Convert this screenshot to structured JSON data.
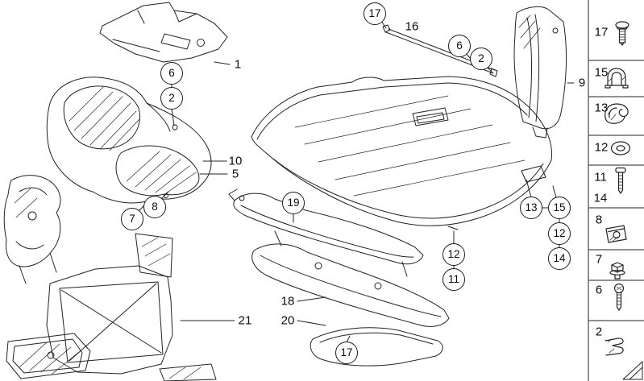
{
  "page": {
    "background": "#ffffff",
    "line_color": "#232323"
  },
  "diagram": {
    "callouts": [
      {
        "label": "6",
        "style": "circled"
      },
      {
        "label": "2",
        "style": "circled"
      },
      {
        "label": "1",
        "style": "plain"
      },
      {
        "label": "10",
        "style": "plain"
      },
      {
        "label": "5",
        "style": "plain"
      },
      {
        "label": "8",
        "style": "circled"
      },
      {
        "label": "7",
        "style": "circled"
      },
      {
        "label": "21",
        "style": "plain"
      },
      {
        "label": "19",
        "style": "circled"
      },
      {
        "label": "18",
        "style": "plain"
      },
      {
        "label": "20",
        "style": "plain"
      },
      {
        "label": "17",
        "style": "circled"
      },
      {
        "label": "17",
        "style": "circled"
      },
      {
        "label": "16",
        "style": "plain"
      },
      {
        "label": "6",
        "style": "circled"
      },
      {
        "label": "2",
        "style": "circled"
      },
      {
        "label": "9",
        "style": "plain"
      },
      {
        "label": "13",
        "style": "circled"
      },
      {
        "label": "15",
        "style": "circled"
      },
      {
        "label": "12",
        "style": "circled"
      },
      {
        "label": "14",
        "style": "circled"
      },
      {
        "label": "12",
        "style": "circled"
      },
      {
        "label": "11",
        "style": "circled"
      }
    ]
  },
  "legend": {
    "items": [
      {
        "label": "17",
        "icon": "rivet-icon"
      },
      {
        "label": "15",
        "icon": "clamp-icon"
      },
      {
        "label": "13",
        "icon": "clip-icon"
      },
      {
        "label": "12",
        "icon": "washer-icon"
      },
      {
        "label": "11",
        "icon": "screw-icon"
      },
      {
        "label": "14",
        "icon": "none"
      },
      {
        "label": "8",
        "icon": "body-nut-icon"
      },
      {
        "label": "7",
        "icon": "hex-bolt-icon"
      },
      {
        "label": "6",
        "icon": "torx-screw-icon"
      },
      {
        "label": "2",
        "icon": "spring-clip-icon"
      }
    ]
  }
}
